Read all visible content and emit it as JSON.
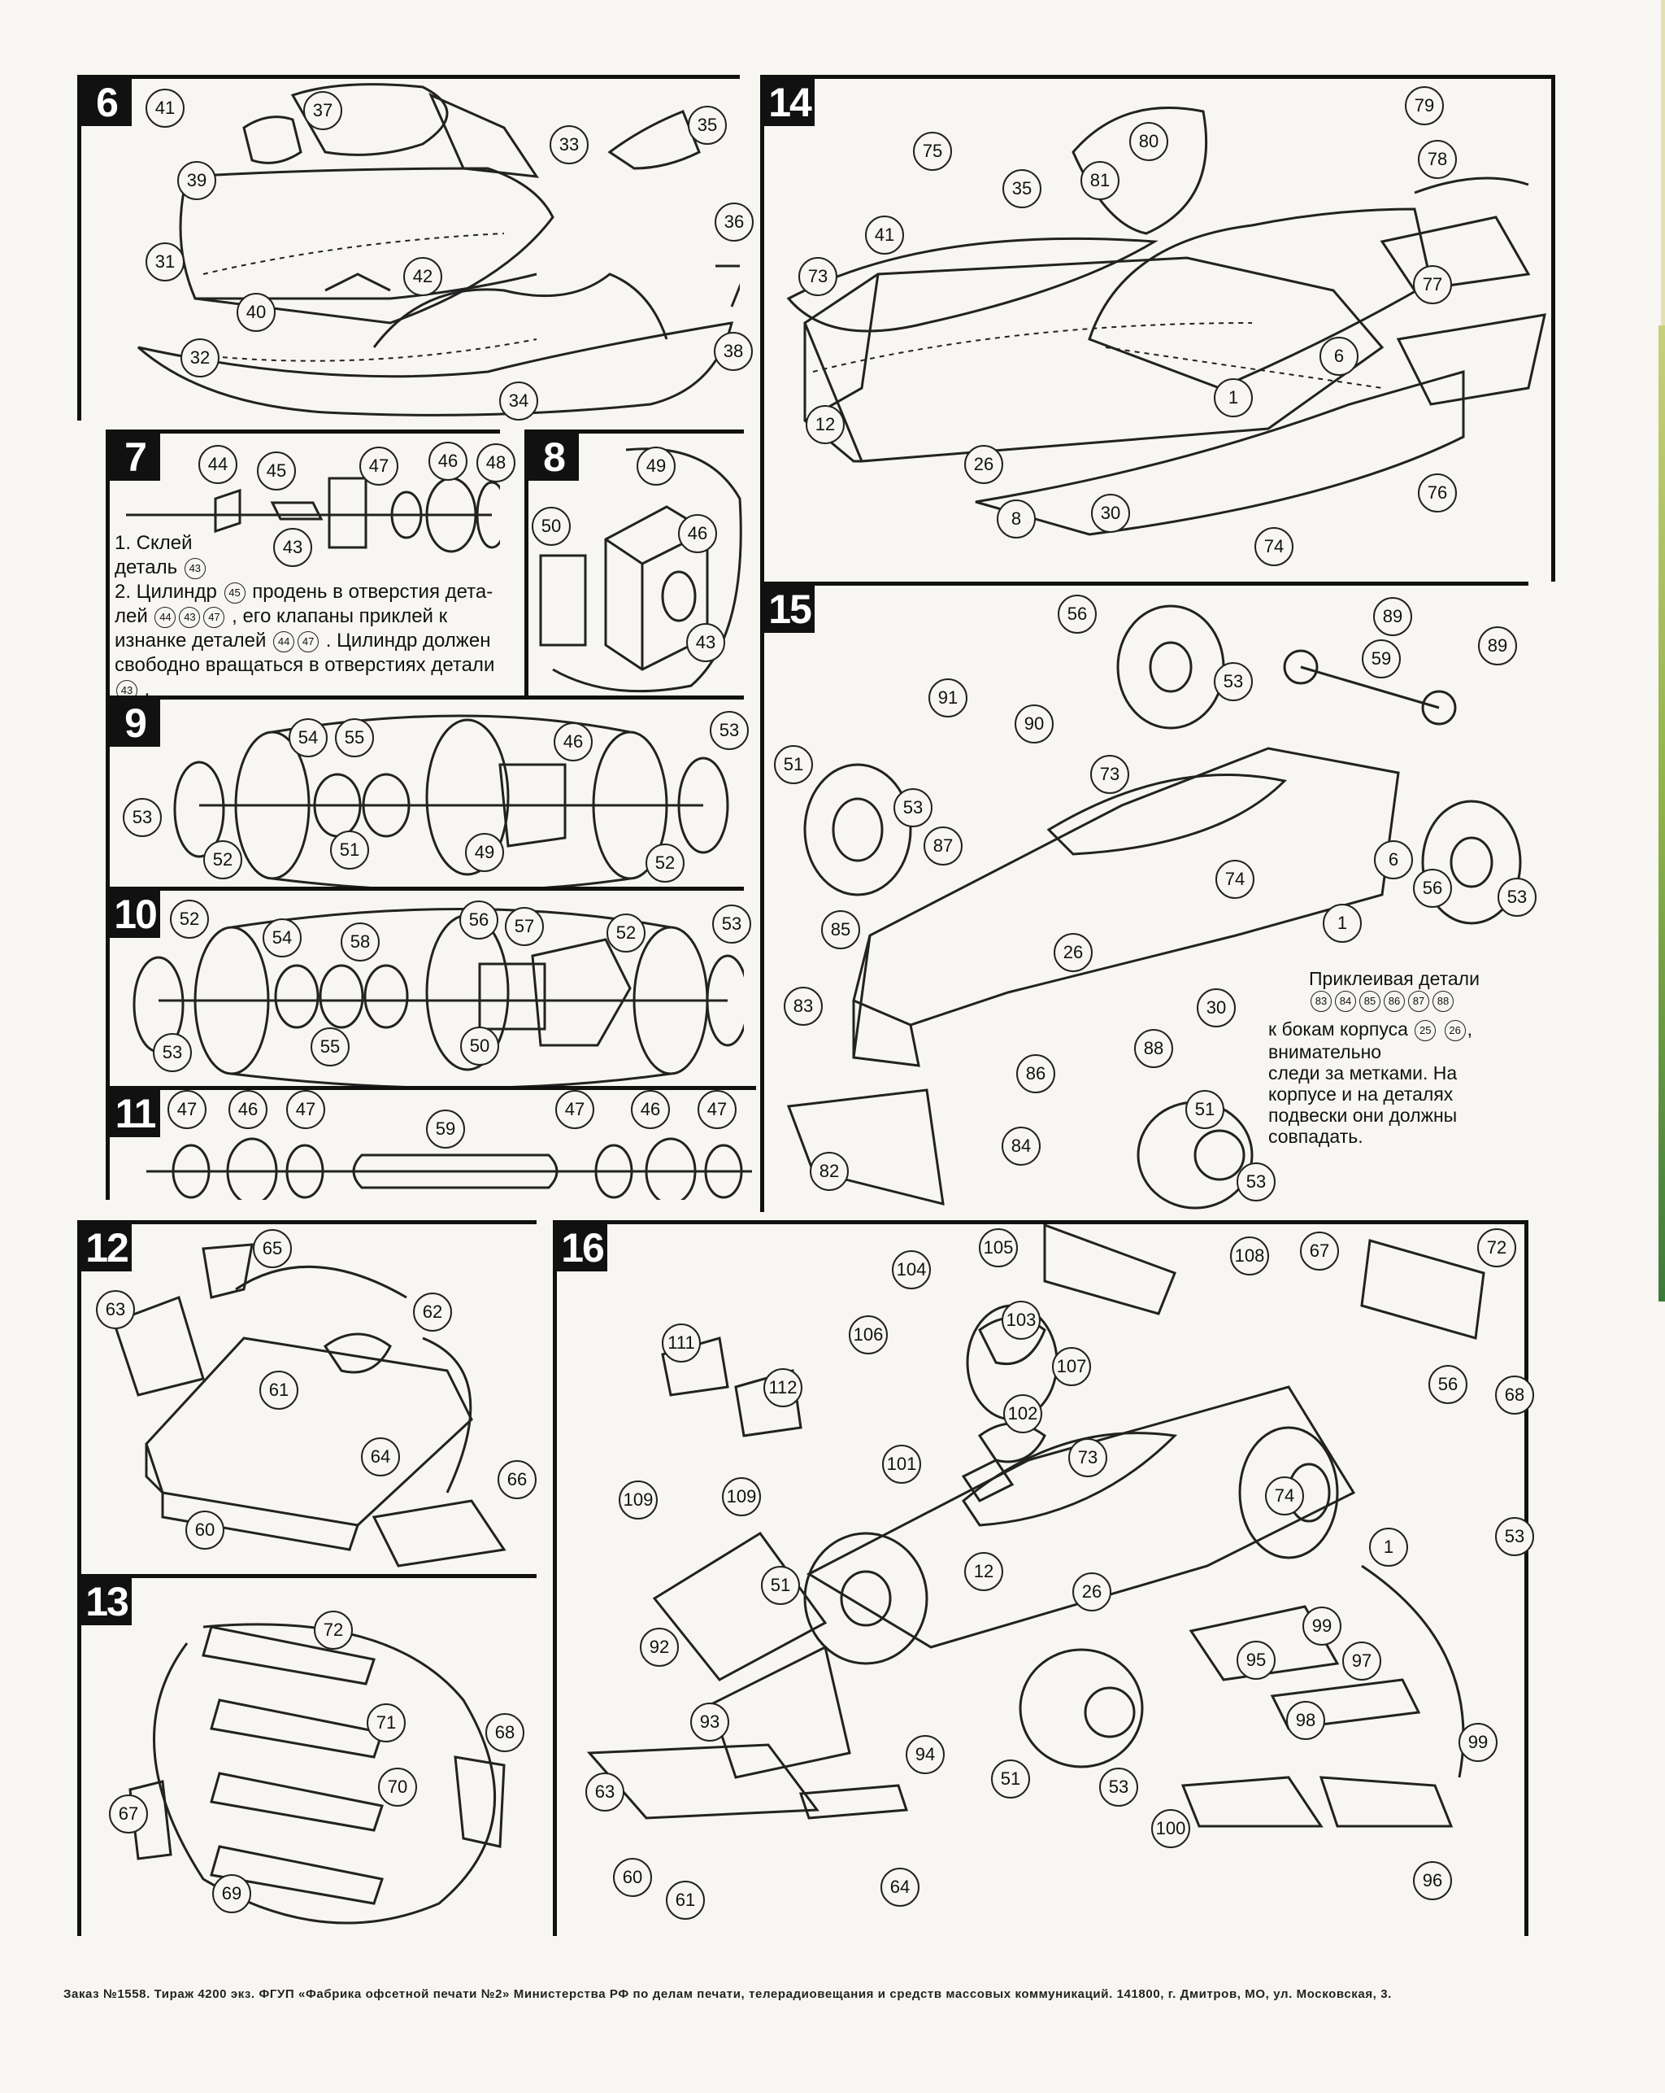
{
  "panels": [
    {
      "step": "6",
      "callouts": [
        "41",
        "37",
        "35",
        "33",
        "39",
        "36",
        "31",
        "42",
        "40",
        "32",
        "38",
        "34"
      ]
    },
    {
      "step": "7",
      "callouts": [
        "44",
        "45",
        "47",
        "46",
        "48",
        "43"
      ],
      "text": {
        "line1": "1. Склей",
        "line2_pre": "деталь",
        "line3_pre": "2. Цилиндр",
        "line3_post": "продень в отверстия дета-",
        "line4_pre": "лей",
        "line4_post": ", его клапаны приклей к",
        "line5_pre": "изнанке деталей",
        "line5_post": ". Цилиндр должен",
        "line6": "свободно вращаться в отверстиях детали"
      },
      "refs": {
        "a": "43",
        "b": "45",
        "c": [
          "44",
          "43",
          "47"
        ],
        "d": [
          "44",
          "47"
        ],
        "e": "43"
      }
    },
    {
      "step": "8",
      "callouts": [
        "49",
        "50",
        "46",
        "43"
      ]
    },
    {
      "step": "9",
      "callouts": [
        "54",
        "55",
        "46",
        "53",
        "53",
        "52",
        "51",
        "49",
        "52"
      ]
    },
    {
      "step": "10",
      "callouts": [
        "52",
        "54",
        "58",
        "56",
        "57",
        "52",
        "53",
        "53",
        "55",
        "50"
      ]
    },
    {
      "step": "11",
      "callouts": [
        "47",
        "46",
        "47",
        "59",
        "47",
        "46",
        "47"
      ]
    },
    {
      "step": "12",
      "callouts": [
        "65",
        "63",
        "62",
        "61",
        "64",
        "66",
        "60"
      ]
    },
    {
      "step": "13",
      "callouts": [
        "72",
        "71",
        "68",
        "70",
        "67",
        "69"
      ]
    },
    {
      "step": "14",
      "callouts": [
        "79",
        "80",
        "78",
        "75",
        "81",
        "35",
        "41",
        "73",
        "77",
        "6",
        "1",
        "12",
        "26",
        "76",
        "8",
        "30",
        "74"
      ]
    },
    {
      "step": "15",
      "callouts": [
        "56",
        "89",
        "53",
        "59",
        "89",
        "91",
        "90",
        "73",
        "51",
        "53",
        "87",
        "6",
        "56",
        "53",
        "74",
        "85",
        "1",
        "26",
        "83",
        "30",
        "88",
        "86",
        "51",
        "84",
        "82",
        "53"
      ],
      "instruction": [
        "Приклеивая детали",
        "к бокам корпуса",
        "внимательно",
        "следи за метками. На",
        "корпусе и  на деталях",
        "подвески они должны",
        "совпадать."
      ],
      "refs_parts": [
        "83",
        "84",
        "85",
        "86",
        "87",
        "88"
      ],
      "refs_body": [
        "25",
        "26"
      ]
    },
    {
      "step": "16",
      "callouts": [
        "105",
        "104",
        "108",
        "67",
        "72",
        "103",
        "106",
        "111",
        "112",
        "107",
        "102",
        "56",
        "68",
        "73",
        "101",
        "109",
        "109",
        "74",
        "53",
        "12",
        "1",
        "51",
        "26",
        "99",
        "92",
        "95",
        "97",
        "93",
        "98",
        "99",
        "94",
        "51",
        "53",
        "63",
        "100",
        "60",
        "61",
        "64",
        "96"
      ]
    }
  ],
  "footer": "Заказ №1558. Тираж 4200 экз. ФГУП «Фабрика офсетной печати №2» Министерства РФ по делам печати, телерадиовещания и средств массовых коммуникаций. 141800, г. Дмитров, МО, ул. Московская, 3.",
  "icons": [
    "wheel-drawing",
    "car-body-drawing",
    "assembly-arrow"
  ]
}
